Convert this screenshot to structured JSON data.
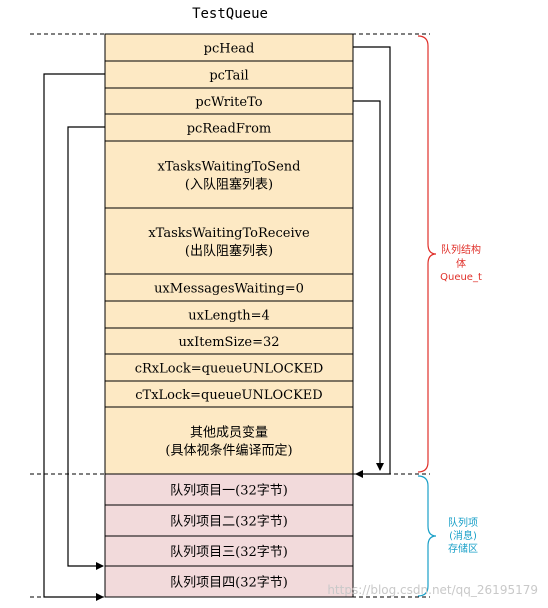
{
  "title": "TestQueue",
  "struct_fields": [
    {
      "lines": [
        "pcHead"
      ]
    },
    {
      "lines": [
        "pcTail"
      ]
    },
    {
      "lines": [
        "pcWriteTo"
      ]
    },
    {
      "lines": [
        "pcReadFrom"
      ]
    },
    {
      "lines": [
        "xTasksWaitingToSend",
        "(入队阻塞列表)"
      ]
    },
    {
      "lines": [
        "xTasksWaitingToReceive",
        "(出队阻塞列表)"
      ]
    },
    {
      "lines": [
        "uxMessagesWaiting=0"
      ]
    },
    {
      "lines": [
        "uxLength=4"
      ]
    },
    {
      "lines": [
        "uxItemSize=32"
      ]
    },
    {
      "lines": [
        "cRxLock=queueUNLOCKED"
      ]
    },
    {
      "lines": [
        "cTxLock=queueUNLOCKED"
      ]
    },
    {
      "lines": [
        "其他成员变量",
        "(具体视条件编译而定)"
      ]
    }
  ],
  "storage_items": [
    {
      "label": "队列项目一(32字节)"
    },
    {
      "label": "队列项目二(32字节)"
    },
    {
      "label": "队列项目三(32字节)"
    },
    {
      "label": "队列项目四(32字节)"
    }
  ],
  "struct_brace_label": [
    "队列结构",
    "体",
    "Queue_t"
  ],
  "storage_brace_label": [
    "队列项",
    "(消息)",
    "存储区"
  ],
  "watermark": "https://blog.csdn.net/qq_26195179",
  "colors": {
    "struct_fill": "#fde9c4",
    "storage_fill": "#f2dadb",
    "border": "#000000",
    "struct_brace": "#e0302a",
    "storage_brace": "#1aa0c8"
  }
}
